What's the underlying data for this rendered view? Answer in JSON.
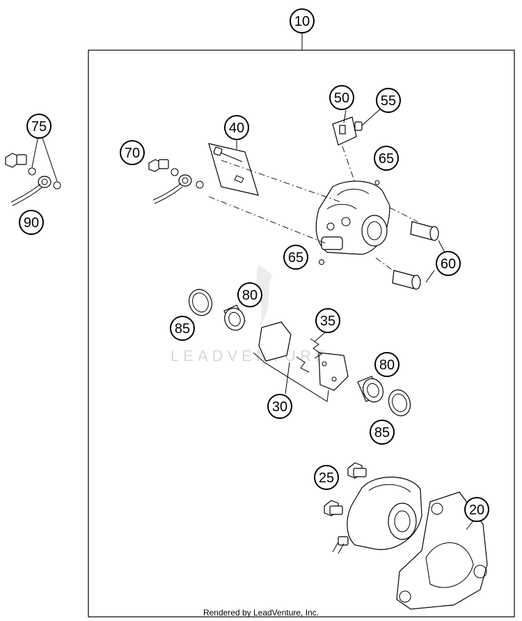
{
  "callouts": [
    {
      "id": "c10",
      "label": "10"
    },
    {
      "id": "c75",
      "label": "75"
    },
    {
      "id": "c90",
      "label": "90"
    },
    {
      "id": "c70",
      "label": "70"
    },
    {
      "id": "c40",
      "label": "40"
    },
    {
      "id": "c50",
      "label": "50"
    },
    {
      "id": "c55",
      "label": "55"
    },
    {
      "id": "c65a",
      "label": "65"
    },
    {
      "id": "c65b",
      "label": "65"
    },
    {
      "id": "c60",
      "label": "60"
    },
    {
      "id": "c80a",
      "label": "80"
    },
    {
      "id": "c85a",
      "label": "85"
    },
    {
      "id": "c35",
      "label": "35"
    },
    {
      "id": "c80b",
      "label": "80"
    },
    {
      "id": "c30",
      "label": "30"
    },
    {
      "id": "c85b",
      "label": "85"
    },
    {
      "id": "c25",
      "label": "25"
    },
    {
      "id": "c20",
      "label": "20"
    }
  ],
  "watermark": "LEADVENTURE",
  "footer": "Rendered by LeadVenture, Inc."
}
